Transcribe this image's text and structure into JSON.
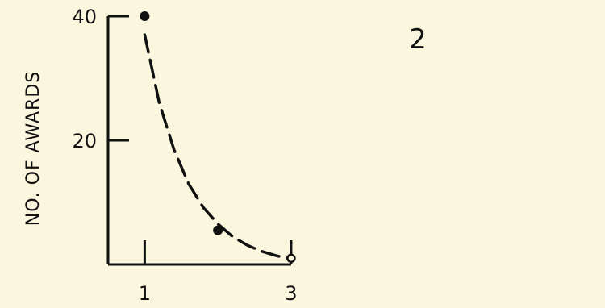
{
  "chart_data": {
    "type": "scatter",
    "panel_label": "2",
    "title": "",
    "xlabel": "",
    "ylabel": "NO. OF AWARDS",
    "xlim": [
      0.5,
      3.1
    ],
    "ylim": [
      0,
      40
    ],
    "x_ticks": [
      {
        "value": 1,
        "label": "1"
      },
      {
        "value": 3,
        "label": "3"
      }
    ],
    "y_ticks": [
      {
        "value": 40,
        "label": "40"
      },
      {
        "value": 20,
        "label": "20"
      }
    ],
    "grid": false,
    "legend": "none",
    "series": [
      {
        "type": "scatter",
        "points": [
          {
            "x": 1,
            "y": 40,
            "style": "filled"
          },
          {
            "x": 2.0,
            "y": 5.5,
            "style": "filled"
          },
          {
            "x": 3,
            "y": 1,
            "style": "open"
          }
        ]
      },
      {
        "type": "line",
        "line_style": "dashed",
        "points": [
          {
            "x": 1.0,
            "y": 37
          },
          {
            "x": 1.2,
            "y": 26
          },
          {
            "x": 1.4,
            "y": 18.5
          },
          {
            "x": 1.6,
            "y": 13
          },
          {
            "x": 1.8,
            "y": 9.2
          },
          {
            "x": 2.0,
            "y": 6.5
          },
          {
            "x": 2.2,
            "y": 4.5
          },
          {
            "x": 2.4,
            "y": 3.1
          },
          {
            "x": 2.6,
            "y": 2.1
          },
          {
            "x": 2.8,
            "y": 1.4
          },
          {
            "x": 3.0,
            "y": 0.9
          }
        ]
      }
    ]
  }
}
